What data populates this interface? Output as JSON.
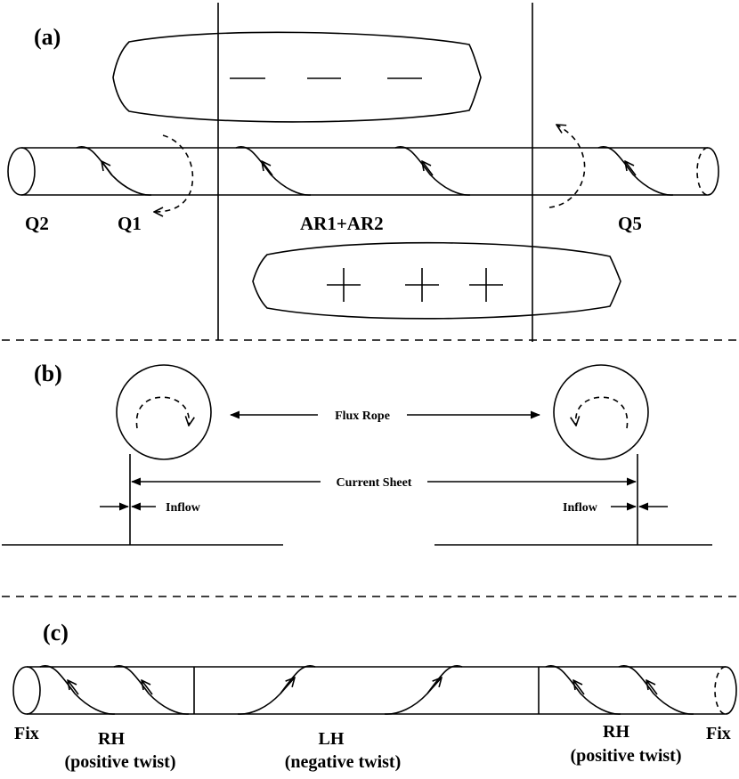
{
  "panels": {
    "a": {
      "label": "(a)",
      "region_labels": [
        "Q2",
        "Q1",
        "AR1+AR2",
        "Q5"
      ],
      "negative_polarity_mark": "—",
      "positive_polarity_mark": "+"
    },
    "b": {
      "label": "(b)",
      "flux_rope_label": "Flux Rope",
      "current_sheet_label": "Current Sheet",
      "inflow_left_label": "Inflow",
      "inflow_right_label": "Inflow"
    },
    "c": {
      "label": "(c)",
      "fix_left_label": "Fix",
      "fix_right_label": "Fix",
      "segments": [
        {
          "handedness": "RH",
          "twist": "(positive twist)"
        },
        {
          "handedness": "LH",
          "twist": "(negative twist)"
        },
        {
          "handedness": "RH",
          "twist": "(positive twist)"
        }
      ]
    }
  }
}
